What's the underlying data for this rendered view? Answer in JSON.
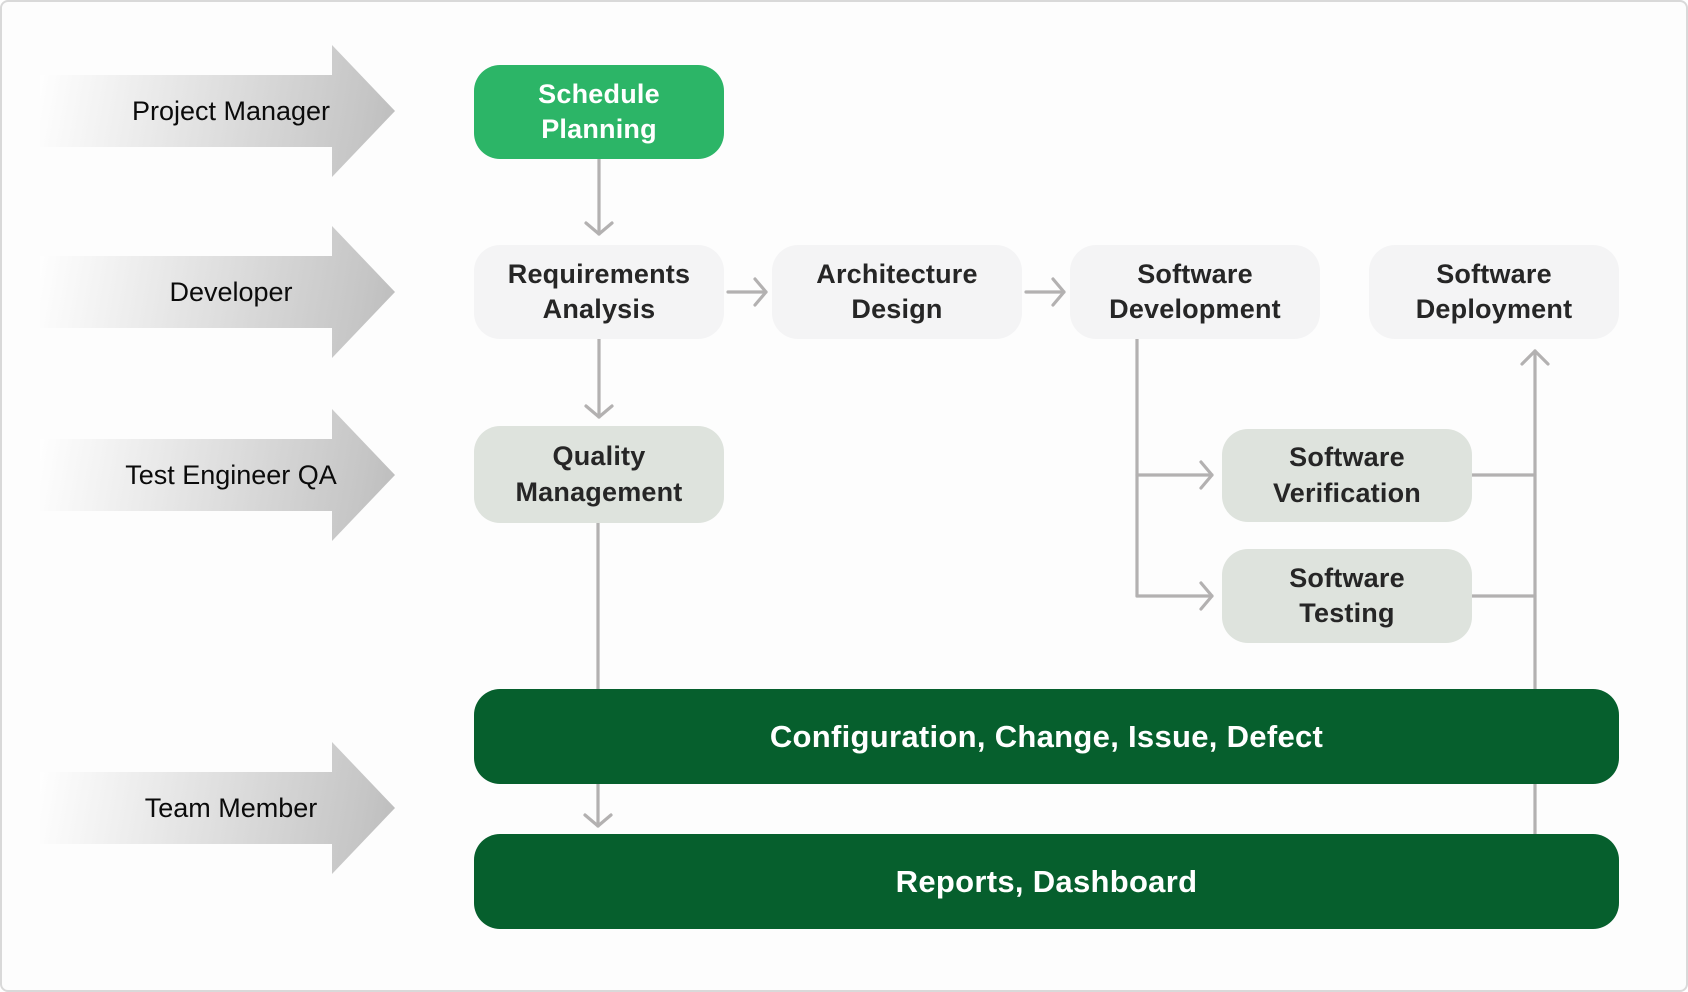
{
  "colors": {
    "accent_green": "#2cb567",
    "dark_green": "#065f2d",
    "light_box": "#f4f4f5",
    "sage_box": "#dee3dd",
    "line_gray": "#b3b1b1",
    "canvas_border": "#d9d9d9"
  },
  "roles": [
    {
      "id": "project-manager",
      "label": "Project Manager"
    },
    {
      "id": "developer",
      "label": "Developer"
    },
    {
      "id": "test-engineer-qa",
      "label": "Test Engineer QA"
    },
    {
      "id": "team-member",
      "label": "Team Member"
    }
  ],
  "nodes": [
    {
      "id": "schedule-planning",
      "label": "Schedule\nPlanning"
    },
    {
      "id": "requirements-analysis",
      "label": "Requirements\nAnalysis"
    },
    {
      "id": "architecture-design",
      "label": "Architecture\nDesign"
    },
    {
      "id": "software-development",
      "label": "Software\nDevelopment"
    },
    {
      "id": "software-deployment",
      "label": "Software\nDeployment"
    },
    {
      "id": "quality-management",
      "label": "Quality\nManagement"
    },
    {
      "id": "software-verification",
      "label": "Software\nVerification"
    },
    {
      "id": "software-testing",
      "label": "Software\nTesting"
    }
  ],
  "banners": [
    {
      "id": "configuration",
      "label": "Configuration, Change, Issue, Defect"
    },
    {
      "id": "reports",
      "label": "Reports, Dashboard"
    }
  ]
}
